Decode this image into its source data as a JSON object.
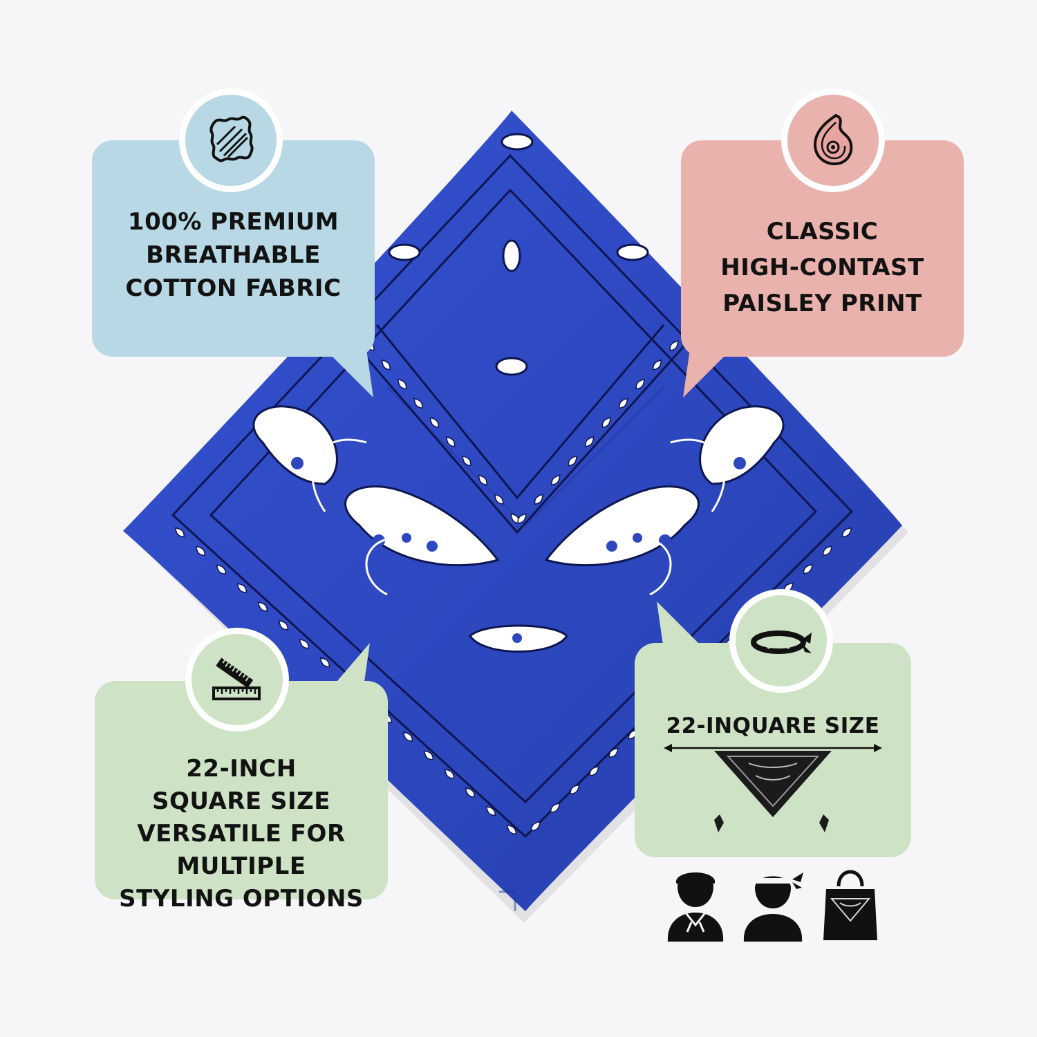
{
  "colors": {
    "background": "#f6f6f8",
    "bandana_blue": "#2f4bc4",
    "bandana_dark": "#1a2a8a",
    "card_blue": "#b7d8e4",
    "card_pink": "#eab2ad",
    "card_green": "#cee3c5",
    "text": "#121212"
  },
  "cards": {
    "fabric": {
      "icon": "fabric-swatch-icon",
      "lines": [
        "100% PREMIUM",
        "BREATHABLE",
        "COTTON FABRIC"
      ]
    },
    "print": {
      "icon": "paisley-icon",
      "lines": [
        "CLASSIC",
        "HIGH-CONTAST",
        "PAISLEY PRINT"
      ]
    },
    "size": {
      "icon": "ruler-icon",
      "lines": [
        "22-INCH",
        "SQUARE SIZE",
        "VERSATILE FOR MULTIPLE",
        "STYLING OPTIONS"
      ]
    },
    "styling": {
      "icon": "headband-icon",
      "title": "22-INQUARE SIZE"
    }
  },
  "styling_options": [
    {
      "icon": "neck-scarf-person-icon"
    },
    {
      "icon": "headband-person-icon"
    },
    {
      "icon": "tote-bag-icon"
    }
  ]
}
